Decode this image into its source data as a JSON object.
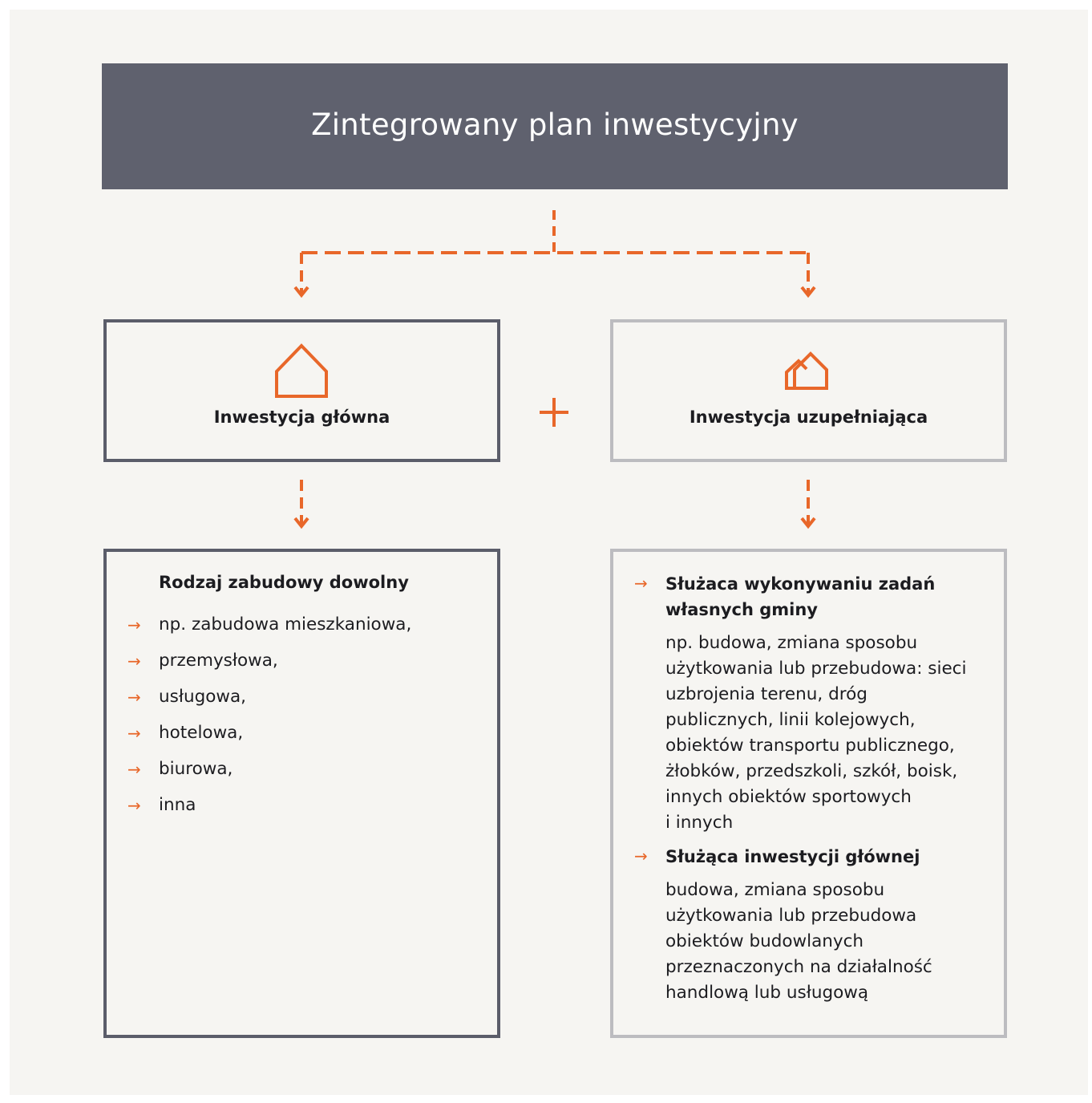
{
  "header": {
    "title": "Zintegrowany plan inwestycyjny"
  },
  "colors": {
    "accent": "#e8672a",
    "dark_border": "#5b5d6a",
    "light_border": "#bcbcc0",
    "header_bg": "#5f616e",
    "background": "#f6f5f2"
  },
  "main_investment": {
    "title": "Inwestycja główna",
    "icon": "house-icon",
    "list_heading": "Rodzaj zabudowy dowolny",
    "items": [
      "np. zabudowa mieszkaniowa,",
      "przemysłowa,",
      "usługowa,",
      "hotelowa,",
      "biurowa,",
      "inna"
    ]
  },
  "connector": {
    "plus_symbol": "+"
  },
  "supplementary_investment": {
    "title": "Inwestycja uzupełniająca",
    "icon": "two-houses-icon",
    "sections": [
      {
        "title_lines": [
          "Służaca wykonywaniu zadań",
          "własnych gminy"
        ],
        "body_lines": [
          "np. budowa, zmiana sposobu",
          "użytkowania lub przebudowa: sieci",
          "uzbrojenia terenu, dróg",
          "publicznych, linii kolejowych,",
          "obiektów transportu publicznego,",
          "żłobków, przedszkoli, szkół, boisk,",
          "innych obiektów sportowych",
          "i innych"
        ]
      },
      {
        "title_lines": [
          "Służąca inwestycji głównej"
        ],
        "body_lines": [
          "budowa, zmiana sposobu",
          "użytkowania lub przebudowa",
          "obiektów budowlanych",
          "przeznaczonych na działalność",
          "handlową lub usługową"
        ]
      }
    ]
  }
}
